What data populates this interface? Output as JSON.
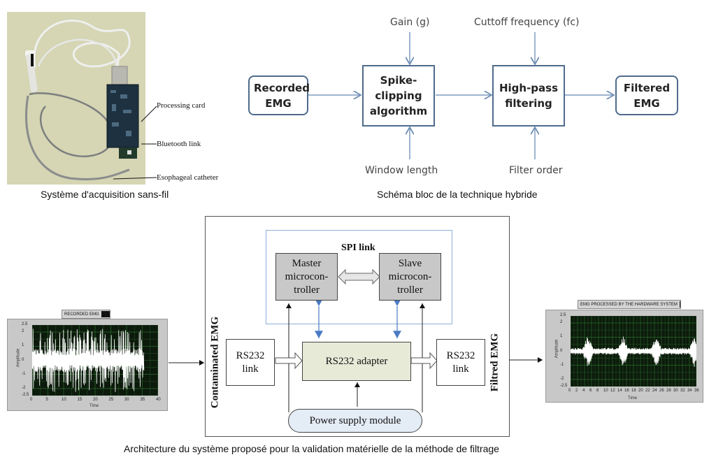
{
  "photo_panel": {
    "caption": "Système d'acquisition sans-fil",
    "labels": [
      "Processing card",
      "Bluetooth link",
      "Esophageal catheter"
    ]
  },
  "block_diagram": {
    "caption": "Schéma bloc de la technique hybride",
    "blocks": {
      "input": "Recorded EMG",
      "spike": [
        "Spike-",
        "clipping",
        "algorithm"
      ],
      "highpass": [
        "High-pass",
        "filtering"
      ],
      "output": [
        "Filtered",
        "EMG"
      ]
    },
    "params": {
      "gain": "Gain (g)",
      "cutoff": "Cuttoff frequency (fc)",
      "window": "Window length",
      "order": "Filter order"
    }
  },
  "architecture": {
    "caption": "Architecture du système proposé pour la validation matérielle de la méthode de filtrage",
    "spi_label": "SPI link",
    "master": [
      "Master",
      "microcon-",
      "troller"
    ],
    "slave": [
      "Slave",
      "microcon-",
      "troller"
    ],
    "rs232_in": [
      "RS232",
      "link"
    ],
    "rs232_out": [
      "RS232",
      "link"
    ],
    "adapter": "RS232 adapter",
    "power": "Power supply module",
    "input_label": "Contaminated EMG",
    "output_label": "Filtred EMG",
    "colors": {
      "micro_fill": "#c8c8c8",
      "adapter_fill": "#e8ead8",
      "power_fill": "#e4ecf6",
      "spi_frame": "#8fb0d8",
      "bus_arrow": "#4a7bc4"
    }
  },
  "graphs": [
    {
      "title": "RECORDED EMG",
      "xlabel": "Time",
      "ylabel": "Amplitude",
      "xticks": [
        "0",
        "5",
        "10",
        "15",
        "20",
        "25",
        "30",
        "35",
        "40"
      ],
      "yticks": [
        "2.5",
        "2",
        "1",
        "0",
        "-1",
        "-2",
        "-2.5"
      ],
      "xlim": [
        0,
        40
      ],
      "ylim": [
        -2.5,
        2.5
      ],
      "signal_end": 35.5
    },
    {
      "title": "EMG PROCESSED BY THE HARDWARE SYSTEM",
      "xlabel": "Time",
      "ylabel": "Amplitude",
      "xticks": [
        "0",
        "2",
        "4",
        "6",
        "8",
        "10",
        "12",
        "14",
        "16",
        "18",
        "20",
        "22",
        "24",
        "26",
        "28",
        "30",
        "32",
        "34",
        "36"
      ],
      "yticks": [
        "2.5",
        "2",
        "1",
        "0",
        "-1",
        "-2",
        "-2.5"
      ],
      "xlim": [
        0,
        36
      ],
      "ylim": [
        -2.5,
        2.5
      ],
      "bursts": [
        5,
        15,
        24.5,
        35.5
      ]
    }
  ]
}
